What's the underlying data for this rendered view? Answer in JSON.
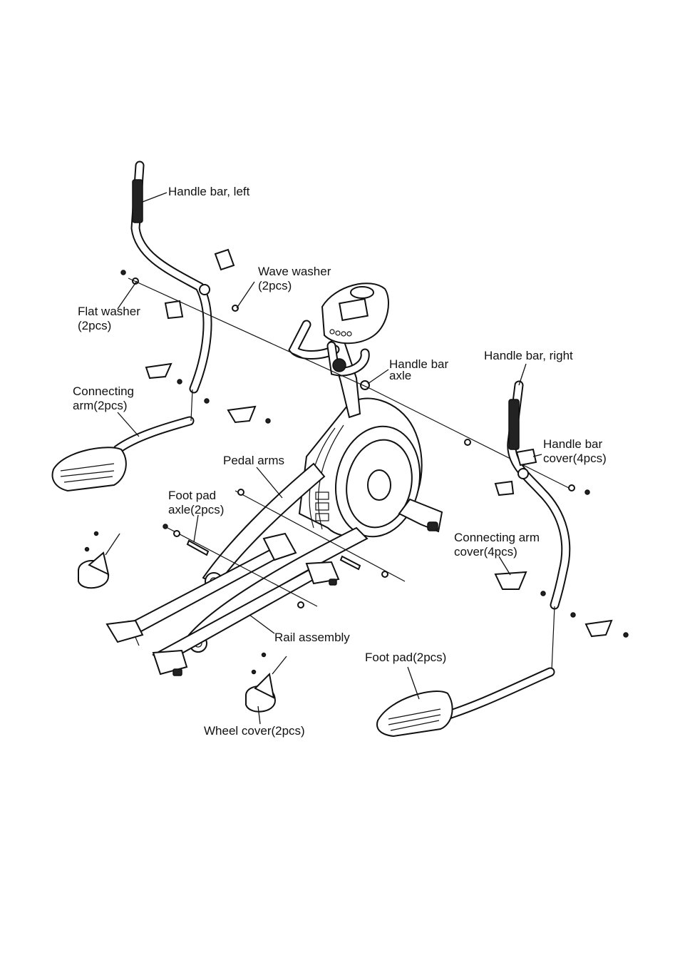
{
  "labels": {
    "handle_bar_left": "Handle bar, left",
    "wave_washer": [
      "Wave washer",
      "(2pcs)"
    ],
    "flat_washer": [
      "Flat washer",
      "(2pcs)"
    ],
    "handle_bar_axle": [
      "Handle bar",
      "axle"
    ],
    "handle_bar_right": "Handle bar, right",
    "connecting_arm": [
      "Connecting",
      "arm(2pcs)"
    ],
    "handle_bar_cover": [
      "Handle bar",
      "cover(4pcs)"
    ],
    "pedal_arms": "Pedal arms",
    "foot_pad_axle": [
      "Foot pad",
      "axle(2pcs)"
    ],
    "connecting_arm_cover": [
      "Connecting arm",
      "cover(4pcs)"
    ],
    "rail_assembly": "Rail assembly",
    "foot_pad": "Foot pad(2pcs)",
    "wheel_cover": "Wheel cover(2pcs)"
  }
}
